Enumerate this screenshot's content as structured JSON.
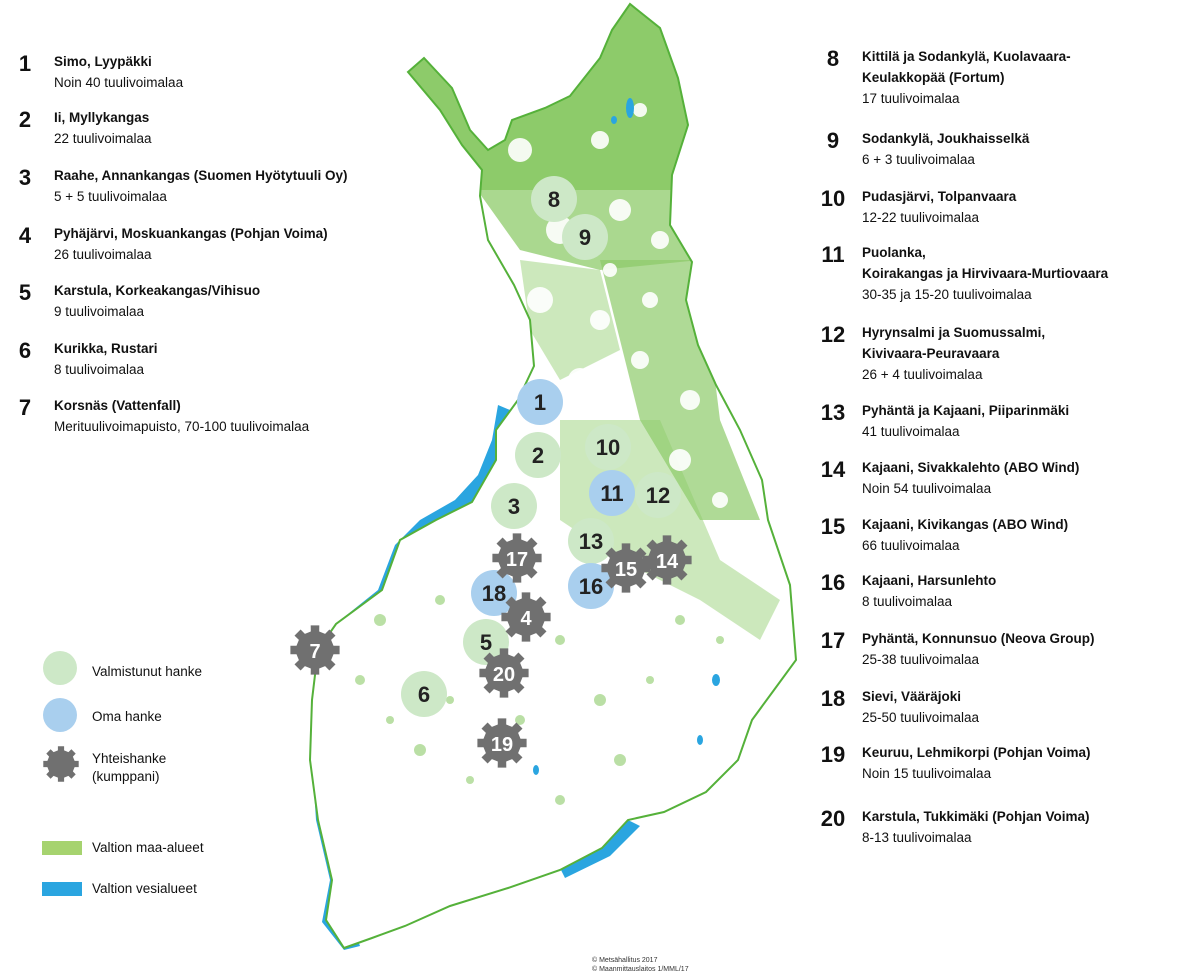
{
  "colors": {
    "land": "#8dcb6a",
    "water": "#2aa5e0",
    "completed": "#cde8c7",
    "own": "#a9cfee",
    "joint": "#707070",
    "border": "#55b13a"
  },
  "left_projects": [
    {
      "number": "1",
      "title": "Simo, Lyypäkki",
      "lines": [
        "Noin 40 tuulivoimalaa"
      ]
    },
    {
      "number": "2",
      "title": "Ii, Myllykangas",
      "lines": [
        "22 tuulivoimalaa"
      ]
    },
    {
      "number": "3",
      "title": "Raahe, Annankangas (Suomen Hyötytuuli Oy)",
      "lines": [
        "5 + 5 tuulivoimalaa"
      ]
    },
    {
      "number": "4",
      "title": "Pyhäjärvi, Moskuankangas (Pohjan Voima)",
      "lines": [
        "26 tuulivoimalaa"
      ]
    },
    {
      "number": "5",
      "title": "Karstula, Korkeakangas/Vihisuo",
      "lines": [
        "9 tuulivoimalaa"
      ]
    },
    {
      "number": "6",
      "title": "Kurikka, Rustari",
      "lines": [
        "8 tuulivoimalaa"
      ]
    },
    {
      "number": "7",
      "title": "Korsnäs (Vattenfall)",
      "lines": [
        "Merituulivoimapuisto, 70-100 tuulivoimalaa"
      ]
    }
  ],
  "right_projects": [
    {
      "number": "8",
      "title": "Kittilä ja Sodankylä, Kuolavaara-",
      "lines": [
        "Keulakkopää (Fortum)",
        "17 tuulivoimalaa"
      ],
      "bold_lines": 1
    },
    {
      "number": "9",
      "title": "Sodankylä, Joukhaisselkä",
      "lines": [
        "6 + 3 tuulivoimalaa"
      ]
    },
    {
      "number": "10",
      "title": "Pudasjärvi, Tolpanvaara",
      "lines": [
        "12-22 tuulivoimalaa"
      ]
    },
    {
      "number": "11",
      "title": "Puolanka,",
      "lines": [
        "Koirakangas ja Hirvivaara-Murtiovaara",
        "30-35 ja 15-20 tuulivoimalaa"
      ],
      "bold_lines": 1
    },
    {
      "number": "12",
      "title": "Hyrynsalmi ja Suomussalmi,",
      "lines": [
        "Kivivaara-Peuravaara",
        "26 + 4 tuulivoimalaa"
      ],
      "bold_lines": 1
    },
    {
      "number": "13",
      "title": "Pyhäntä ja Kajaani, Piiparinmäki",
      "lines": [
        "41 tuulivoimalaa"
      ]
    },
    {
      "number": "14",
      "title": "Kajaani, Sivakkalehto (ABO Wind)",
      "lines": [
        "Noin 54 tuulivoimalaa"
      ]
    },
    {
      "number": "15",
      "title": "Kajaani, Kivikangas (ABO Wind)",
      "lines": [
        "66 tuulivoimalaa"
      ]
    },
    {
      "number": "16",
      "title": "Kajaani, Harsunlehto",
      "lines": [
        "8 tuulivoimalaa"
      ]
    },
    {
      "number": "17",
      "title": "Pyhäntä, Konnunsuo (Neova Group)",
      "lines": [
        "25-38 tuulivoimalaa"
      ]
    },
    {
      "number": "18",
      "title": "Sievi, Vääräjoki",
      "lines": [
        "25-50 tuulivoimalaa"
      ]
    },
    {
      "number": "19",
      "title": "Keuruu, Lehmikorpi (Pohjan Voima)",
      "lines": [
        "Noin 15 tuulivoimalaa"
      ]
    },
    {
      "number": "20",
      "title": "Karstula, Tukkimäki (Pohjan Voima)",
      "lines": [
        "8-13 tuulivoimalaa"
      ]
    }
  ],
  "map_markers": [
    {
      "label": "1",
      "kind": "own"
    },
    {
      "label": "2",
      "kind": "completed"
    },
    {
      "label": "3",
      "kind": "completed"
    },
    {
      "label": "4",
      "kind": "joint"
    },
    {
      "label": "5",
      "kind": "completed"
    },
    {
      "label": "6",
      "kind": "completed"
    },
    {
      "label": "7",
      "kind": "joint"
    },
    {
      "label": "8",
      "kind": "completed"
    },
    {
      "label": "9",
      "kind": "completed"
    },
    {
      "label": "10",
      "kind": "completed"
    },
    {
      "label": "11",
      "kind": "own"
    },
    {
      "label": "12",
      "kind": "completed"
    },
    {
      "label": "13",
      "kind": "completed"
    },
    {
      "label": "14",
      "kind": "joint"
    },
    {
      "label": "15",
      "kind": "joint"
    },
    {
      "label": "16",
      "kind": "own"
    },
    {
      "label": "17",
      "kind": "joint"
    },
    {
      "label": "18",
      "kind": "own"
    },
    {
      "label": "19",
      "kind": "joint"
    },
    {
      "label": "20",
      "kind": "joint"
    }
  ],
  "legend": {
    "completed": "Valmistunut hanke",
    "own": "Oma hanke",
    "joint_line1": "Yhteishanke",
    "joint_line2": "(kumppani)",
    "land": "Valtion maa-alueet",
    "water": "Valtion vesialueet"
  },
  "credits": {
    "line1": "© Metsähallitus 2017",
    "line2": "© Maanmittauslaitos 1/MML/17"
  }
}
